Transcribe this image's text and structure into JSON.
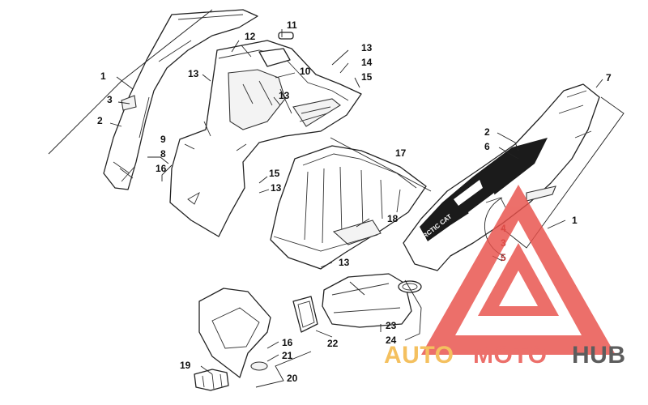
{
  "diagram": {
    "callouts": {
      "c1_left": "1",
      "c3_left": "3",
      "c2_left": "2",
      "c9": "9",
      "c8": "8",
      "c16_upper": "16",
      "c13_a": "13",
      "c12": "12",
      "c11": "11",
      "c10": "10",
      "c13_b": "13",
      "c13_c": "13",
      "c14": "14",
      "c15_upper": "15",
      "c17": "17",
      "c15_lower": "15",
      "c13_d": "13",
      "c18": "18",
      "c13_e": "13",
      "c7": "7",
      "c2_right": "2",
      "c6": "6",
      "c4": "4",
      "c3_right": "3",
      "c5": "5",
      "c1_right": "1",
      "c23": "23",
      "c24": "24",
      "c22": "22",
      "c16_lower": "16",
      "c21": "21",
      "c19": "19",
      "c20": "20"
    },
    "decal_text": "ARCTIC CAT"
  },
  "watermark": {
    "word_auto": "AUTO",
    "word_moto": "MOTO",
    "word_hub": "HUB",
    "colors": {
      "triangle": "#e8504a",
      "auto": "#f2b33d",
      "moto": "#e8504a",
      "hub": "#3a3a3a"
    }
  }
}
